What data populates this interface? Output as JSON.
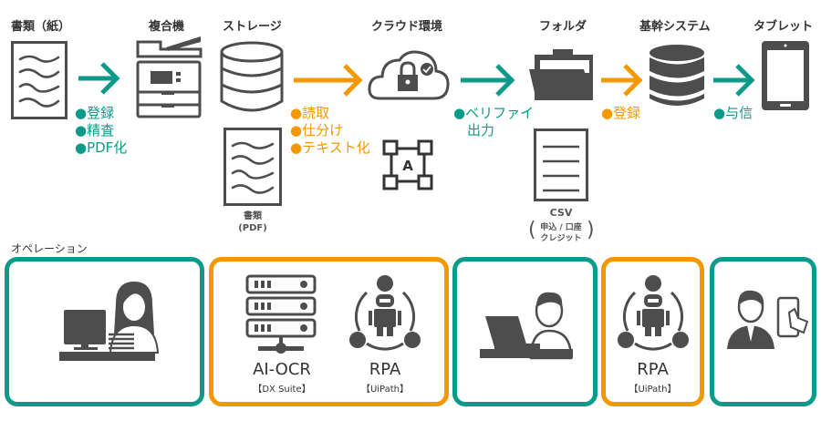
{
  "titles": {
    "paper": "書類（紙）",
    "mfp": "複合機",
    "storage": "ストレージ",
    "cloud": "クラウド環境",
    "folder": "フォルダ",
    "core": "基幹システム",
    "tablet": "タブレット"
  },
  "notes": {
    "step1": [
      "●登録",
      "●精査",
      "●PDF化"
    ],
    "step2": [
      "●読取",
      "●仕分け",
      "●テキスト化"
    ],
    "step3": [
      "●ベリファイ",
      "　出力"
    ],
    "step4": [
      "●登録"
    ],
    "step5": [
      "●与信"
    ]
  },
  "storage_doc": {
    "label": "書類",
    "sub": "(PDF)"
  },
  "csv_doc": {
    "label": "CSV",
    "sub1": "申込 / 口座",
    "sub2": "クレジット"
  },
  "operation_label": "オペレーション",
  "boxes": {
    "ocr": {
      "label": "AI-OCR",
      "sub": "【DX Suite】"
    },
    "rpa1": {
      "label": "RPA",
      "sub": "【UiPath】"
    },
    "rpa2": {
      "label": "RPA",
      "sub": "【UiPath】"
    }
  },
  "colors": {
    "teal": "#0e9a8b",
    "orange": "#f39800",
    "icon": "#4d4d4d"
  }
}
